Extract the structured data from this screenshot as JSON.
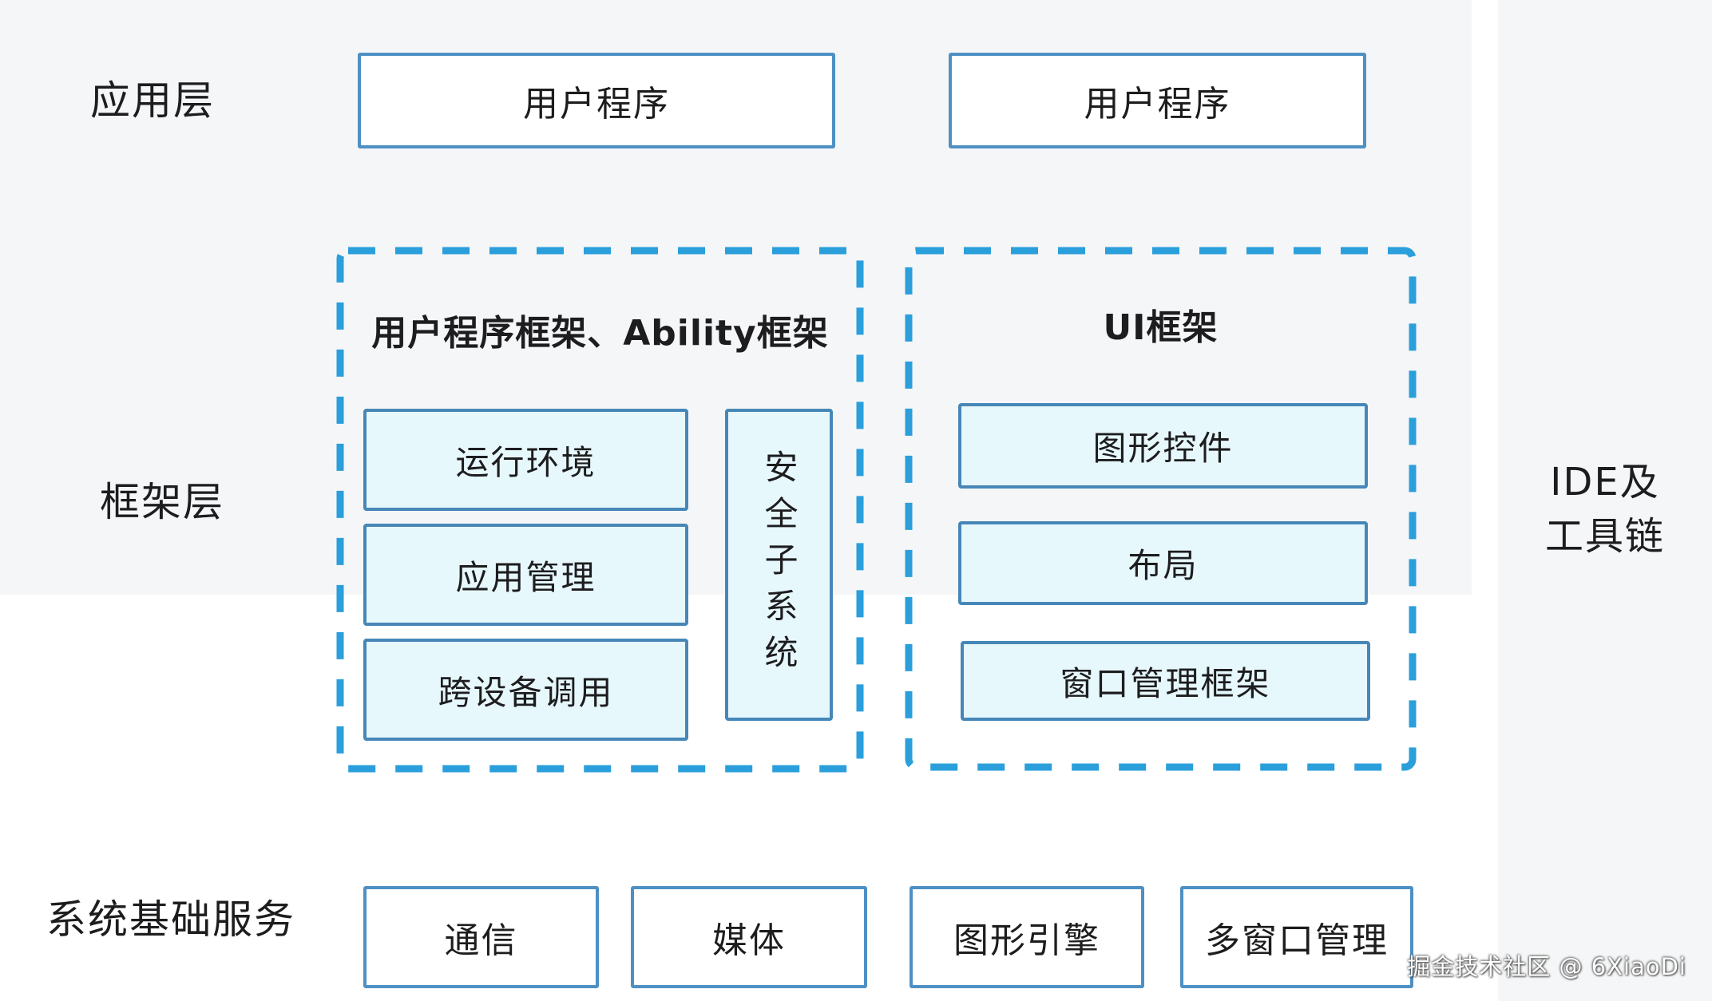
{
  "palette": {
    "band_background": "#f5f6f7",
    "gap_white": "#ffffff",
    "dashed_border_blue": "#2a9fdb",
    "solid_border_blue": "#4e90c4",
    "inner_border_blue": "#4787b8",
    "cyan_box_fill": "#e7f8fd",
    "white_box_fill": "#ffffff",
    "text_color": "#1d1d1f",
    "watermark_color": "#ffffff"
  },
  "application_layer": {
    "label": "应用层",
    "boxes": [
      "用户程序",
      "用户程序"
    ]
  },
  "framework_layer": {
    "label": "框架层",
    "ability_group": {
      "title": "用户程序框架、Ability框架",
      "boxes": [
        "运行环境",
        "应用管理",
        "跨设备调用"
      ],
      "side_box": "安全子系统"
    },
    "ui_group": {
      "title": "UI框架",
      "boxes": [
        "图形控件",
        "布局",
        "窗口管理框架"
      ]
    }
  },
  "services_layer": {
    "label": "系统基础服务",
    "boxes": [
      "通信",
      "媒体",
      "图形引擎",
      "多窗口管理"
    ]
  },
  "side_panel": {
    "lines": [
      "IDE及",
      "工具链"
    ]
  },
  "watermark": "掘金技术社区 @ 6XiaoDi"
}
